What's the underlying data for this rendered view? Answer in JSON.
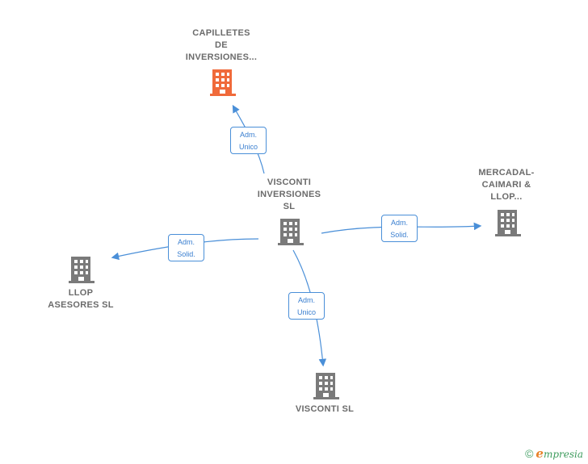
{
  "nodes": {
    "capilletes": {
      "lines": [
        "CAPILLETES",
        "DE",
        "INVERSIONES..."
      ],
      "highlight": true
    },
    "visconti_inv": {
      "lines": [
        "VISCONTI",
        "INVERSIONES",
        "SL"
      ],
      "highlight": false
    },
    "mercadal": {
      "lines": [
        "MERCADAL-",
        "CAIMARI &",
        "LLOP..."
      ],
      "highlight": false
    },
    "llop": {
      "lines": [
        "LLOP",
        "ASESORES  SL"
      ],
      "highlight": false
    },
    "visconti_sl": {
      "lines": [
        "VISCONTI  SL"
      ],
      "highlight": false
    }
  },
  "edges": {
    "to_capilletes": {
      "line1": "Adm.",
      "line2": "Unico"
    },
    "to_llop": {
      "line1": "Adm.",
      "line2": "Solid."
    },
    "to_mercadal": {
      "line1": "Adm.",
      "line2": "Solid."
    },
    "to_visconti_sl": {
      "line1": "Adm.",
      "line2": "Unico"
    }
  },
  "colors": {
    "node_default": "#7a7a7a",
    "node_highlight": "#f06a3a",
    "edge": "#4a8fd8"
  },
  "footer": {
    "copyright": "©",
    "brand_initial": "e",
    "brand_rest": "mpresia"
  }
}
